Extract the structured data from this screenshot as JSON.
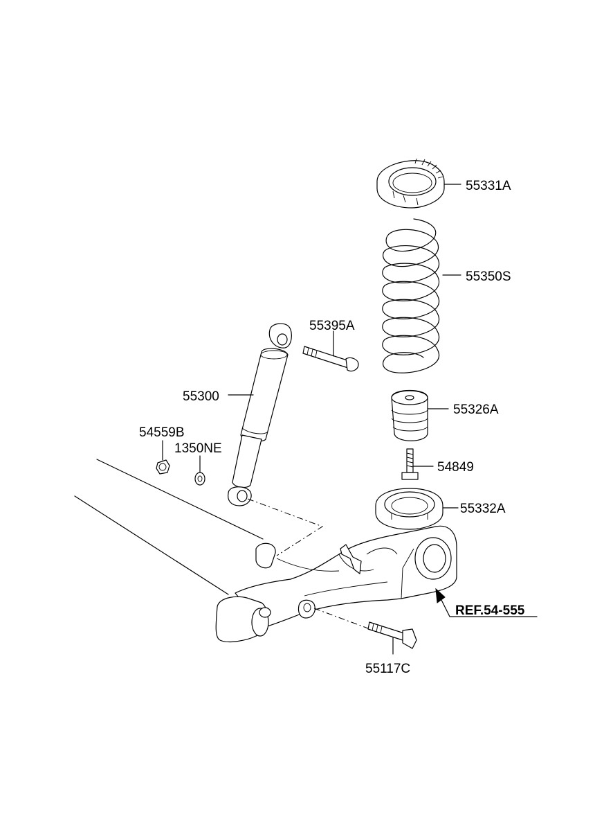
{
  "diagram": {
    "parts": [
      {
        "id": "55331A",
        "label": "55331A"
      },
      {
        "id": "55350S",
        "label": "55350S"
      },
      {
        "id": "55395A",
        "label": "55395A"
      },
      {
        "id": "55300",
        "label": "55300"
      },
      {
        "id": "55326A",
        "label": "55326A"
      },
      {
        "id": "54559B",
        "label": "54559B"
      },
      {
        "id": "1350NE",
        "label": "1350NE"
      },
      {
        "id": "54849",
        "label": "54849"
      },
      {
        "id": "55332A",
        "label": "55332A"
      },
      {
        "id": "55117C",
        "label": "55117C"
      }
    ],
    "reference": {
      "label": "REF.54-555"
    }
  }
}
